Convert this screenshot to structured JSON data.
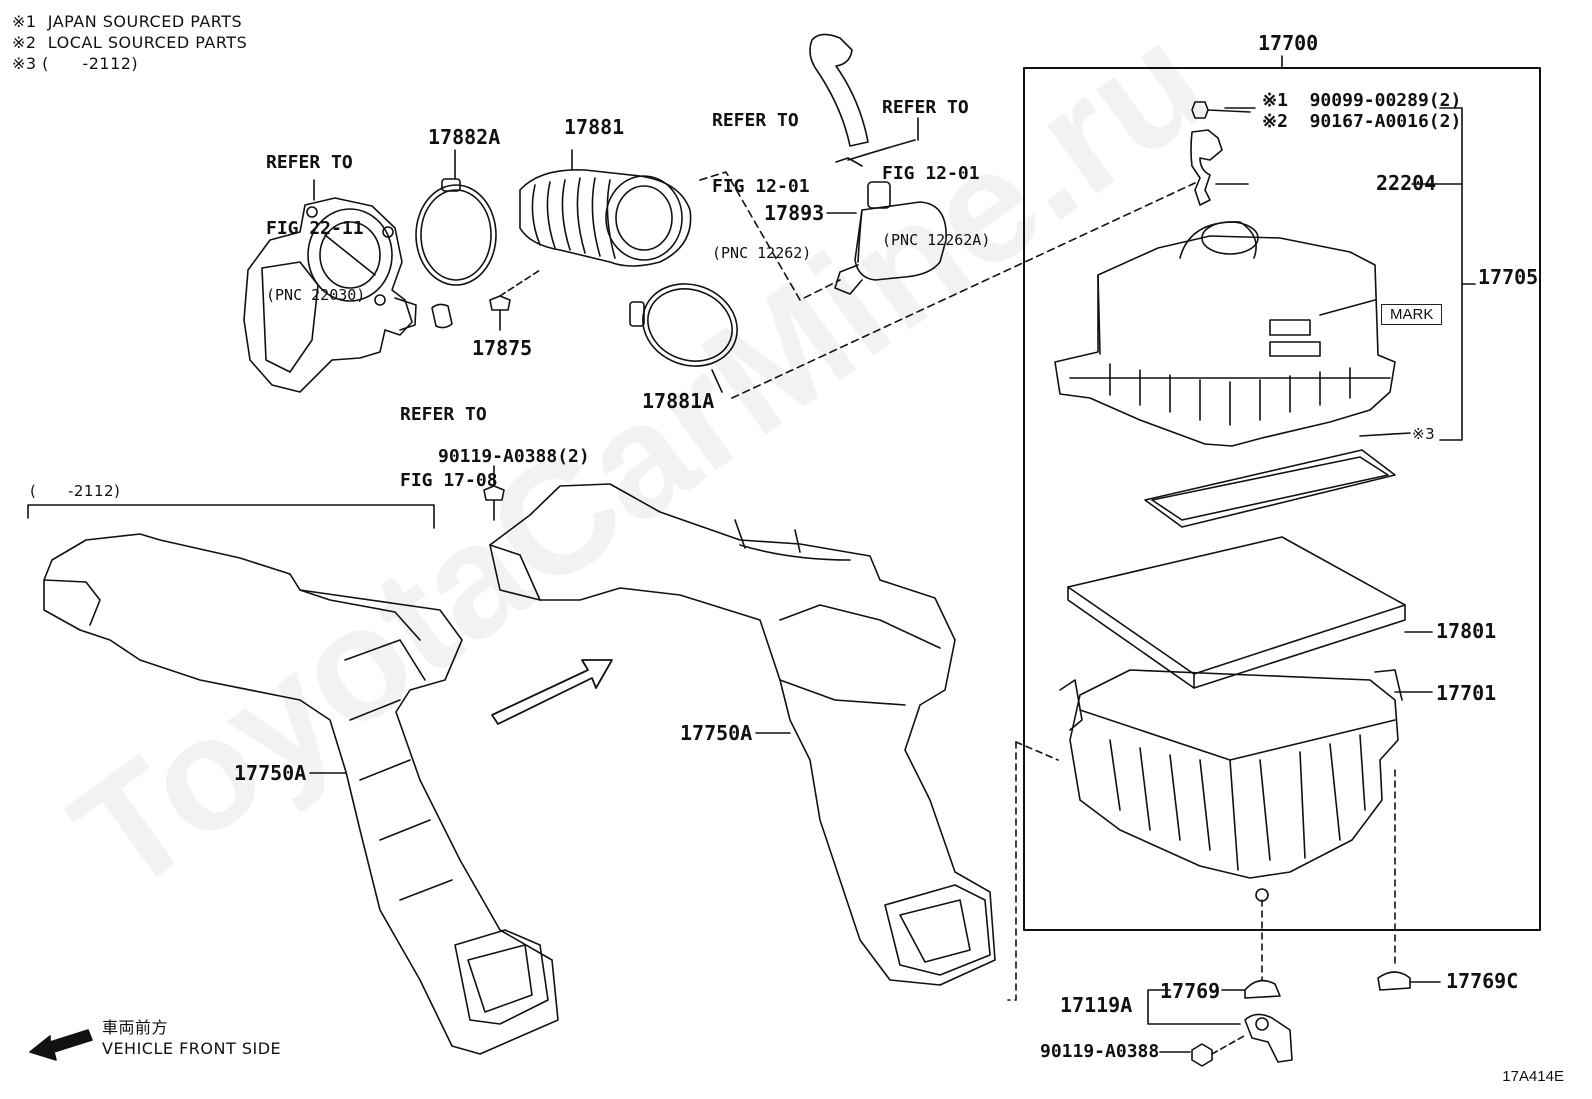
{
  "legend_notes": [
    "※1  JAPAN SOURCED PARTS",
    "※2  LOCAL SOURCED PARTS",
    "※3 (      -2112)"
  ],
  "refs": {
    "throttle": [
      "REFER TO",
      "FIG 22-11",
      "(PNC 22030)"
    ],
    "hose_left": [
      "REFER TO",
      "FIG 12-01",
      "(PNC 12262)"
    ],
    "hose_right": [
      "REFER TO",
      "FIG 12-01",
      "(PNC 12262A)"
    ],
    "fig1708": [
      "REFER TO",
      "FIG 17-08"
    ]
  },
  "parts": {
    "p17700": "17700",
    "p17882a": "17882A",
    "p17881": "17881",
    "p17893": "17893",
    "p17875": "17875",
    "p17881a": "17881A",
    "p22204": "22204",
    "p17705": "17705",
    "p17801": "17801",
    "p17701": "17701",
    "p17750a_left": "17750A",
    "p17750a_mid": "17750A",
    "p17769": "17769",
    "p17769c": "17769C",
    "p17119a": "17119A",
    "bolt_top": "90119-A0388(2)",
    "bolt_bottom": "90119-A0388"
  },
  "fasteners": {
    "line1": "※1  90099-00289(2)",
    "line2": "※2  90167-A0016(2)"
  },
  "note3_mark": "※3",
  "mark_label": "MARK",
  "range_label": "(      -2112)",
  "front": {
    "jp": "車両前方",
    "en": "VEHICLE FRONT SIDE"
  },
  "diagram_code": "17A414E",
  "watermark": "ToyotaCarMine.ru"
}
